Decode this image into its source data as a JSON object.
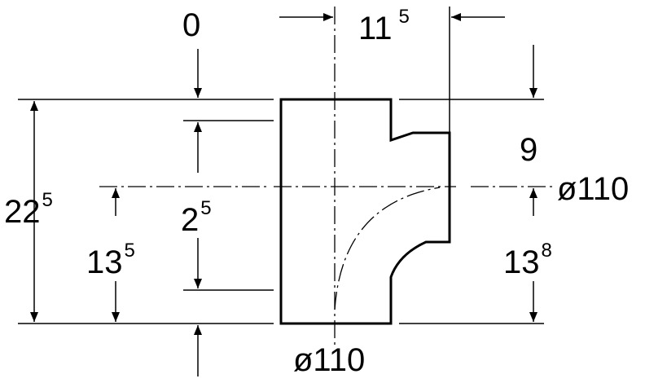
{
  "labels": {
    "top_offset": "0",
    "top_width_main": "11",
    "top_width_sup": "5",
    "left_total_main": "22",
    "left_total_sup": "5",
    "left_lower_main": "13",
    "left_lower_sup": "5",
    "center_main": "2",
    "center_sup": "5",
    "right_upper": "9",
    "right_lower_main": "13",
    "right_lower_sup": "8",
    "branch_diameter": "ø110",
    "bottom_diameter": "ø110"
  }
}
